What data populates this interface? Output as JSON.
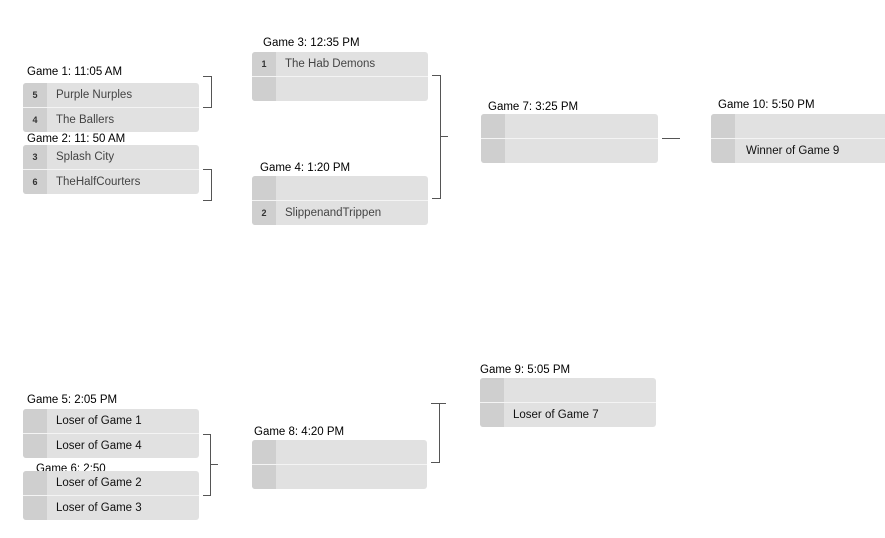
{
  "games": {
    "g1": {
      "label": "Game 1: 11:05 AM",
      "top": {
        "seed": "5",
        "team": "Purple Nurples"
      },
      "bottom": {
        "seed": "4",
        "team": "The Ballers"
      }
    },
    "g2": {
      "label": "Game 2: 11: 50 AM",
      "top": {
        "seed": "3",
        "team": "Splash City"
      },
      "bottom": {
        "seed": "6",
        "team": "TheHalfCourters"
      }
    },
    "g3": {
      "label": "Game 3: 12:35 PM",
      "top": {
        "seed": "1",
        "team": "The Hab Demons"
      },
      "bottom": {
        "seed": "",
        "team": ""
      }
    },
    "g4": {
      "label": "Game 4: 1:20 PM",
      "top": {
        "seed": "",
        "team": ""
      },
      "bottom": {
        "seed": "2",
        "team": "SlippenandTrippen"
      }
    },
    "g5": {
      "label": "Game  5: 2:05 PM",
      "top": {
        "seed": "",
        "team": "Loser of Game 1"
      },
      "bottom": {
        "seed": "",
        "team": "Loser of Game 4"
      }
    },
    "g6": {
      "label": "Game 6: 2:50",
      "top": {
        "seed": "",
        "team": "Loser of Game 2"
      },
      "bottom": {
        "seed": "",
        "team": "Loser of Game 3"
      }
    },
    "g7": {
      "label": "Game 7: 3:25 PM",
      "top": {
        "seed": "",
        "team": ""
      },
      "bottom": {
        "seed": "",
        "team": ""
      }
    },
    "g8": {
      "label": "Game 8: 4:20 PM",
      "top": {
        "seed": "",
        "team": ""
      },
      "bottom": {
        "seed": "",
        "team": ""
      }
    },
    "g9": {
      "label": "Game 9: 5:05 PM",
      "top": {
        "seed": "",
        "team": ""
      },
      "bottom": {
        "seed": "",
        "team": "Loser of Game 7"
      }
    },
    "g10": {
      "label": "Game 10: 5:50 PM",
      "top": {
        "seed": "",
        "team": ""
      },
      "bottom": {
        "seed": "",
        "team": "Winner of Game 9"
      }
    }
  }
}
